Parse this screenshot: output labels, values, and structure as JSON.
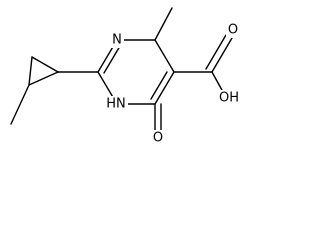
{
  "molecule": {
    "atoms": {
      "ring_nitrogen_top": "N",
      "ring_nitrogen_bottom": "HN",
      "carbonyl_oxygen": "O",
      "hydroxyl_oxygen": "OH",
      "acid_carbonyl_oxygen": "O"
    },
    "colors": {
      "bond": "#000000",
      "label": "#000000",
      "background": "#ffffff"
    }
  }
}
